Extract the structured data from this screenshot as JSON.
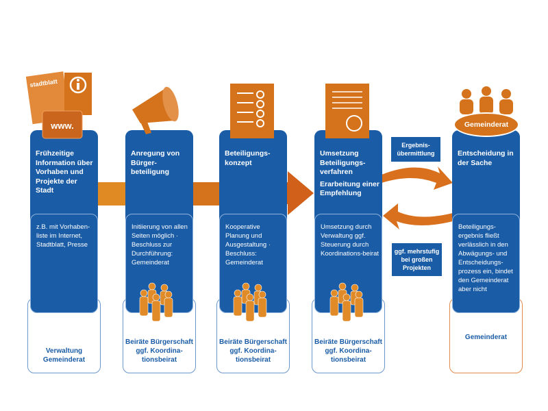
{
  "columns": [
    {
      "title": "Frühzeitige Information über Vorhaben und Projekte der Stadt",
      "detail": "z.B. mit Vorhaben-liste im Internet, Stadtblatt, Presse",
      "actors": "Verwaltung Gemeinderat",
      "icon": "newspaper-www-icon",
      "icon_text": [
        "stadtblatt",
        "www."
      ]
    },
    {
      "title": "Anregung von Bürger-beteiligung",
      "detail": "Initiierung von allen Seiten möglich · Beschluss zur Durchführung: Gemeinderat",
      "actors": "Beiräte Bürgerschaft ggf. Koordina-tionsbeirat",
      "icon": "megaphone-icon"
    },
    {
      "title": "Beteiligungs-konzept",
      "detail": "Kooperative Planung und Ausgestaltung · Beschluss: Gemeinderat",
      "actors": "Beiräte Bürgerschaft ggf. Koordina-tionsbeirat",
      "icon": "checklist-icon"
    },
    {
      "title": "Umsetzung Beteiligungs-verfahren",
      "title2": "Erarbeitung einer Empfehlung",
      "detail": "Umsetzung durch Verwaltung ggf. Steuerung durch Koordinations-beirat",
      "actors": "Beiräte Bürgerschaft ggf. Koordina-tionsbeirat",
      "icon": "document-thumb-icon"
    },
    {
      "title": "Entscheidung in der Sache",
      "detail": "Beteiligungs-ergebnis fließt verlässlich in den Abwägungs- und Entscheidungs-prozess ein, bindet den Gemeinderat aber nicht",
      "actors": "Gemeinderat",
      "badge": "Gemeinderat",
      "icon": "council-people-icon"
    }
  ],
  "labels": {
    "forward": "Ergebnis-übermittlung",
    "back": "ggf. mehrstufig bei großen Projekten"
  },
  "colors": {
    "blue": "#1a5ca6",
    "orange": "#d4731c"
  }
}
